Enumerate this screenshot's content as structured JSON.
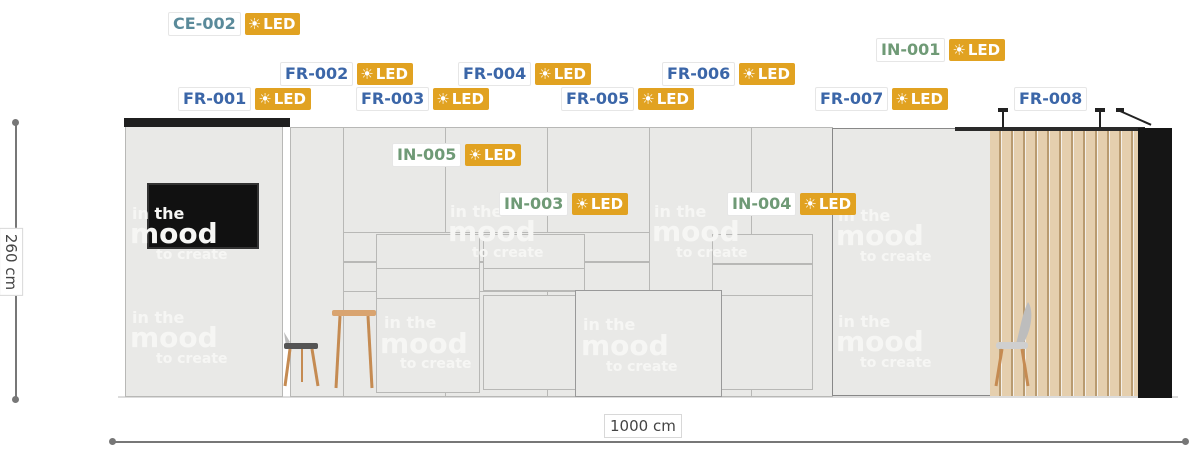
{
  "labels": {
    "ce": [
      {
        "code": "CE-002",
        "led": "LED"
      }
    ],
    "fr": [
      {
        "code": "FR-001",
        "led": "LED"
      },
      {
        "code": "FR-002",
        "led": "LED"
      },
      {
        "code": "FR-003",
        "led": "LED"
      },
      {
        "code": "FR-004",
        "led": "LED"
      },
      {
        "code": "FR-005",
        "led": "LED"
      },
      {
        "code": "FR-006",
        "led": "LED"
      },
      {
        "code": "FR-007",
        "led": "LED"
      },
      {
        "code": "FR-008"
      }
    ],
    "in": [
      {
        "code": "IN-001",
        "led": "LED"
      },
      {
        "code": "IN-003",
        "led": "LED"
      },
      {
        "code": "IN-004",
        "led": "LED"
      },
      {
        "code": "IN-005",
        "led": "LED"
      }
    ]
  },
  "dimensions": {
    "height": "260 cm",
    "width": "1000 cm"
  },
  "watermark": {
    "line1": "in the",
    "line2": "mood",
    "line3": "to create"
  },
  "colors": {
    "ce": "#5a8a9a",
    "fr": "#3b66a8",
    "in": "#6f9a76",
    "led_bg": "#e1a221",
    "wall": "#e9e9e7"
  },
  "icons": {
    "led": "sun-icon"
  }
}
